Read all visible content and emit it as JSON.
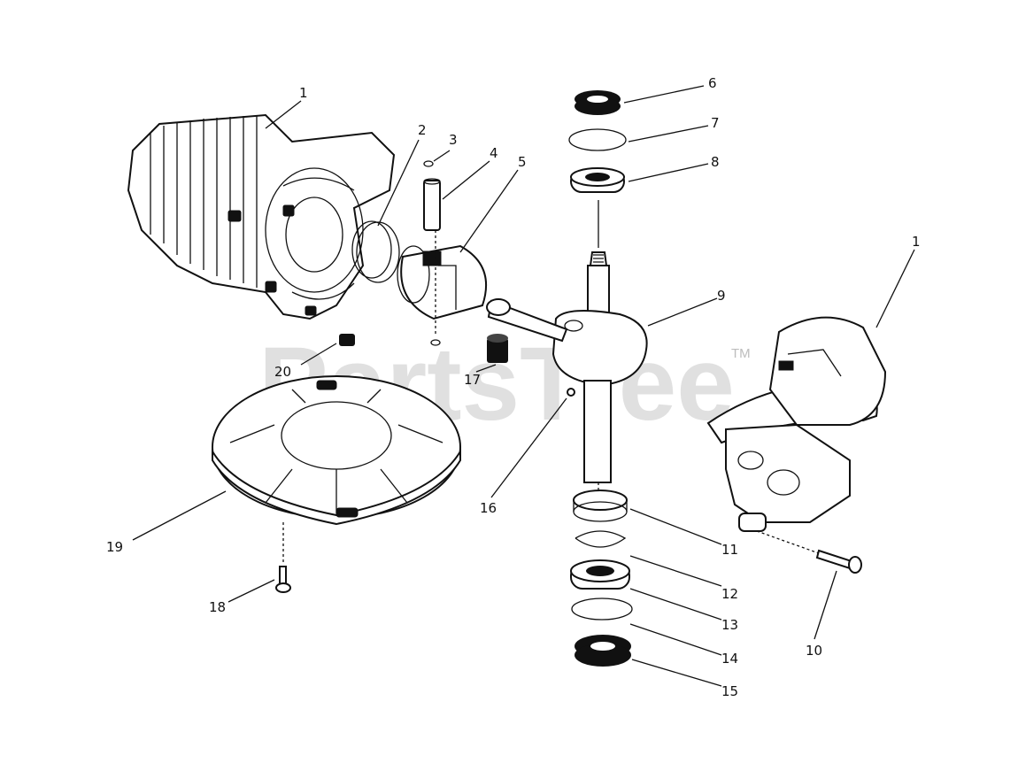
{
  "watermark": {
    "text": "PartsTree",
    "trademark": "TM"
  },
  "callouts": [
    "1",
    "2",
    "3",
    "4",
    "5",
    "6",
    "7",
    "8",
    "9",
    "1",
    "10",
    "11",
    "12",
    "13",
    "14",
    "15",
    "16",
    "17",
    "18",
    "19",
    "20"
  ]
}
